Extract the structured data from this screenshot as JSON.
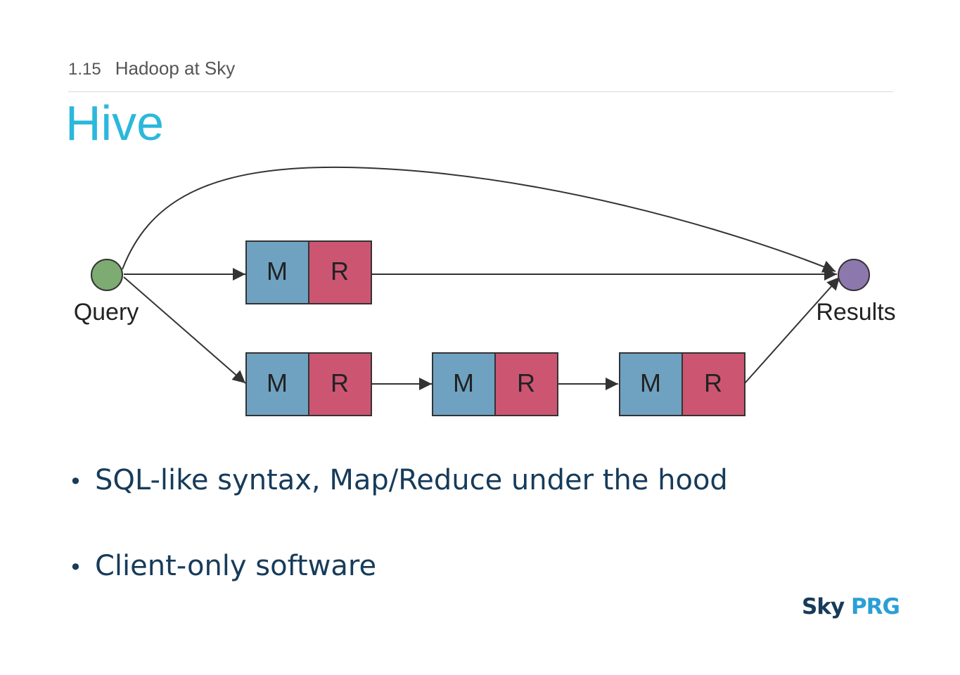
{
  "header": {
    "section_number": "1.15",
    "section_title": "Hadoop at Sky"
  },
  "slide_title": "Hive",
  "diagram": {
    "start_label": "Query",
    "end_label": "Results",
    "map_label": "M",
    "reduce_label": "R",
    "colors": {
      "start_node": "#7dab72",
      "end_node": "#8d78ad",
      "map": "#6fa2c1",
      "reduce": "#cc5672",
      "stroke": "#333333"
    }
  },
  "bullets": [
    "SQL-like syntax, Map/Reduce under the hood",
    "Client-only software"
  ],
  "logo": {
    "sky": "Sky",
    "prg": "PRG"
  }
}
